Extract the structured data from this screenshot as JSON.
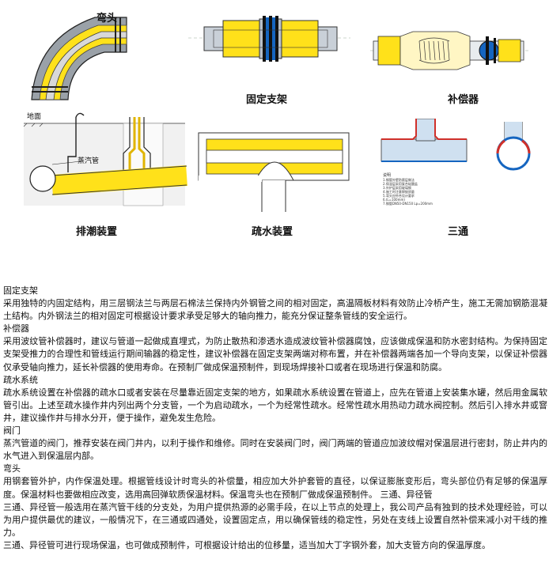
{
  "figures": {
    "elbow": "弯头",
    "fixed_support": "固定支架",
    "compensator": "补偿器",
    "moisture_vent": "排潮装置",
    "drain": "疏水装置",
    "tee": "三通",
    "ground_label": "地面",
    "steam_pipe_label": "蒸汽管",
    "tee_note_title": "说明",
    "tee_note_lines": [
      "1.钢管外壁防腐层做法",
      "2.保温层采用复合硅酸盐",
      "3.外护层采用玻璃钢",
      "4.施工时注意焊接质量",
      "5.弯头应符合设计要求",
      "6.(L=100mm)",
      "7.钢管DN50-DN150 Lp=200mm"
    ]
  },
  "sections": [
    {
      "heading": "固定支架",
      "body": "采用独特的内固定结构，用三层钢法兰与两层石棉法兰保持内外钢管之间的相对固定，高温隔板材料有效防止冷桥产生，施工无需加钢筋混凝土结构。内外钢法兰的相对固定可根据设计要求承受足够大的轴向推力，能充分保证整条管线的安全运行。"
    },
    {
      "heading": "补偿器",
      "body": "采用波纹管补偿器时，建议与管道一起做成直埋式，为防止散热和渗透水造成波纹管补偿器腐蚀，应该做成保温和防水密封结构。为保持固定支架受推力的合理性和管线运行期间输器的稳定性，建议补偿器在固定支架两端对称布置，并在补偿器两端各加一个导向支架，以保证补偿器仅承受轴向推力，延长补偿器的使用寿命。在预制厂做成保温预制件，到现场焊接补口或者在现场进行保温和防腐。"
    },
    {
      "heading": "疏水系统",
      "body": "疏水系统设置在补偿器的疏水口或者安装在尽量靠近固定支架的地方，如果疏水系统设置在管道上，应先在管道上安装集水罐，然后用金属软管引出。上述至疏水操作井内列出两个分支管，一个为启动疏水，一个为经常性疏水。经常性疏水用热动力疏水阀控制。然后引入排水井或窨井，建议操作井与排水分开，便于操作，避免发生危险。"
    },
    {
      "heading": "阀门",
      "body": "蒸汽管道的阀门，推荐安装在阀门井内，以利于操作和维修。同时在安装阀门时，阀门两端的管道应加波纹帽对保温层进行密封，防止井内的水气进入到保温层内部。"
    },
    {
      "heading": "弯头",
      "body": "用钢套管外护，内作保温处理。根据管线设计时弯头的补偿量，相应加大外护套管的直径，以保证膨胀变形后，弯头部位仍有足够的保温厚度。保温材料也要做相应改变，选用高回弹软质保温材料。保温弯头也在预制厂做成保温预制件。 三通、异径管"
    },
    {
      "heading": "",
      "body": "三通、异径管一般选用在蒸汽管干线的分支处，为用户提供热源的必需手段，在以上节点的处理上，我公司产品有独到的技术处理经验，可以为用户提供最优的建议，一般情况下，在三通或四通处，设置固定点，用以确保管线的稳定性，另处在支线上设置自然补偿来减小对干线的推力。"
    },
    {
      "heading": "",
      "body": "三通、异径管可进行现场保温，也可做成预制件，可根据设计给出的位移量，适当加大丁字钢外套，加大支管方向的保温厚度。"
    }
  ]
}
